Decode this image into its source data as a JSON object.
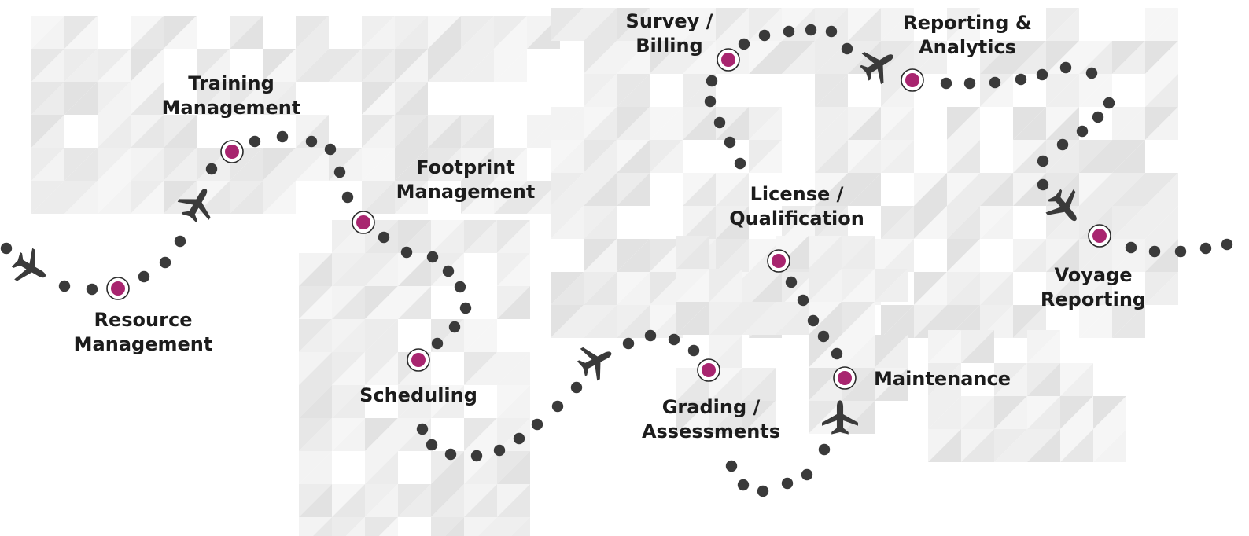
{
  "colors": {
    "path_dot": "#3a3a3a",
    "milestone": "#a8256f",
    "plane": "#3a3a3a",
    "label": "#1c1c1c",
    "background_pattern": "#e6e6e6"
  },
  "milestones": [
    {
      "id": "resource-management",
      "lines": [
        "Resource",
        "Management"
      ]
    },
    {
      "id": "training-management",
      "lines": [
        "Training",
        "Management"
      ]
    },
    {
      "id": "footprint-management",
      "lines": [
        "Footprint",
        "Management"
      ]
    },
    {
      "id": "scheduling",
      "lines": [
        "Scheduling"
      ]
    },
    {
      "id": "grading-assessments",
      "lines": [
        "Grading /",
        "Assessments"
      ]
    },
    {
      "id": "survey-billing",
      "lines": [
        "Survey /",
        "Billing"
      ]
    },
    {
      "id": "license-qualification",
      "lines": [
        "License /",
        "Qualification"
      ]
    },
    {
      "id": "maintenance",
      "lines": [
        "Maintenance"
      ]
    },
    {
      "id": "reporting-analytics",
      "lines": [
        "Reporting &",
        "Analytics"
      ]
    },
    {
      "id": "voyage-reporting",
      "lines": [
        "Voyage",
        "Reporting"
      ]
    }
  ],
  "icons": {
    "plane": "airplane-icon",
    "milestone": "milestone-marker-icon"
  }
}
